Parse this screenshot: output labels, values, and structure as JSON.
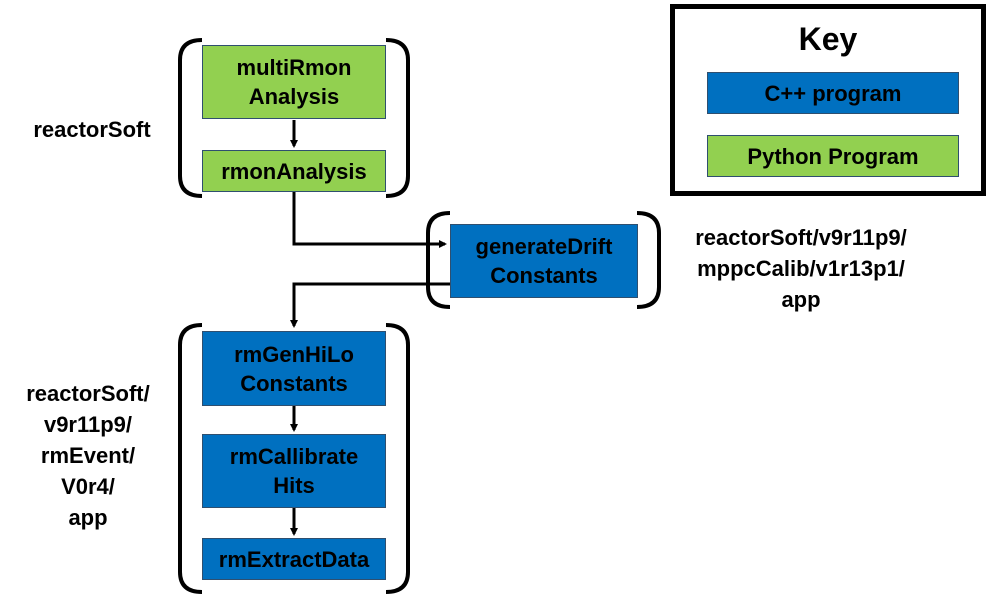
{
  "groups": {
    "group1_label": "reactorSoft",
    "group2_label": "reactorSoft/\nv9r11p9/\nrmEvent/\nV0r4/\napp",
    "group3_label": "reactorSoft/v9r11p9/\nmppcCalib/v1r13p1/\napp"
  },
  "nodes": {
    "multiRmonAnalysis": "multiRmon\nAnalysis",
    "rmonAnalysis": "rmonAnalysis",
    "generateDriftConstants": "generateDrift\nConstants",
    "rmGenHiLoConstants": "rmGenHiLo\nConstants",
    "rmCallibrateHits": "rmCallibrate\nHits",
    "rmExtractData": "rmExtractData"
  },
  "key": {
    "title": "Key",
    "cpp_label": "C++ program",
    "python_label": "Python Program"
  },
  "colors": {
    "python_green": "#92d050",
    "cpp_blue": "#0070c0",
    "line": "#000000"
  }
}
